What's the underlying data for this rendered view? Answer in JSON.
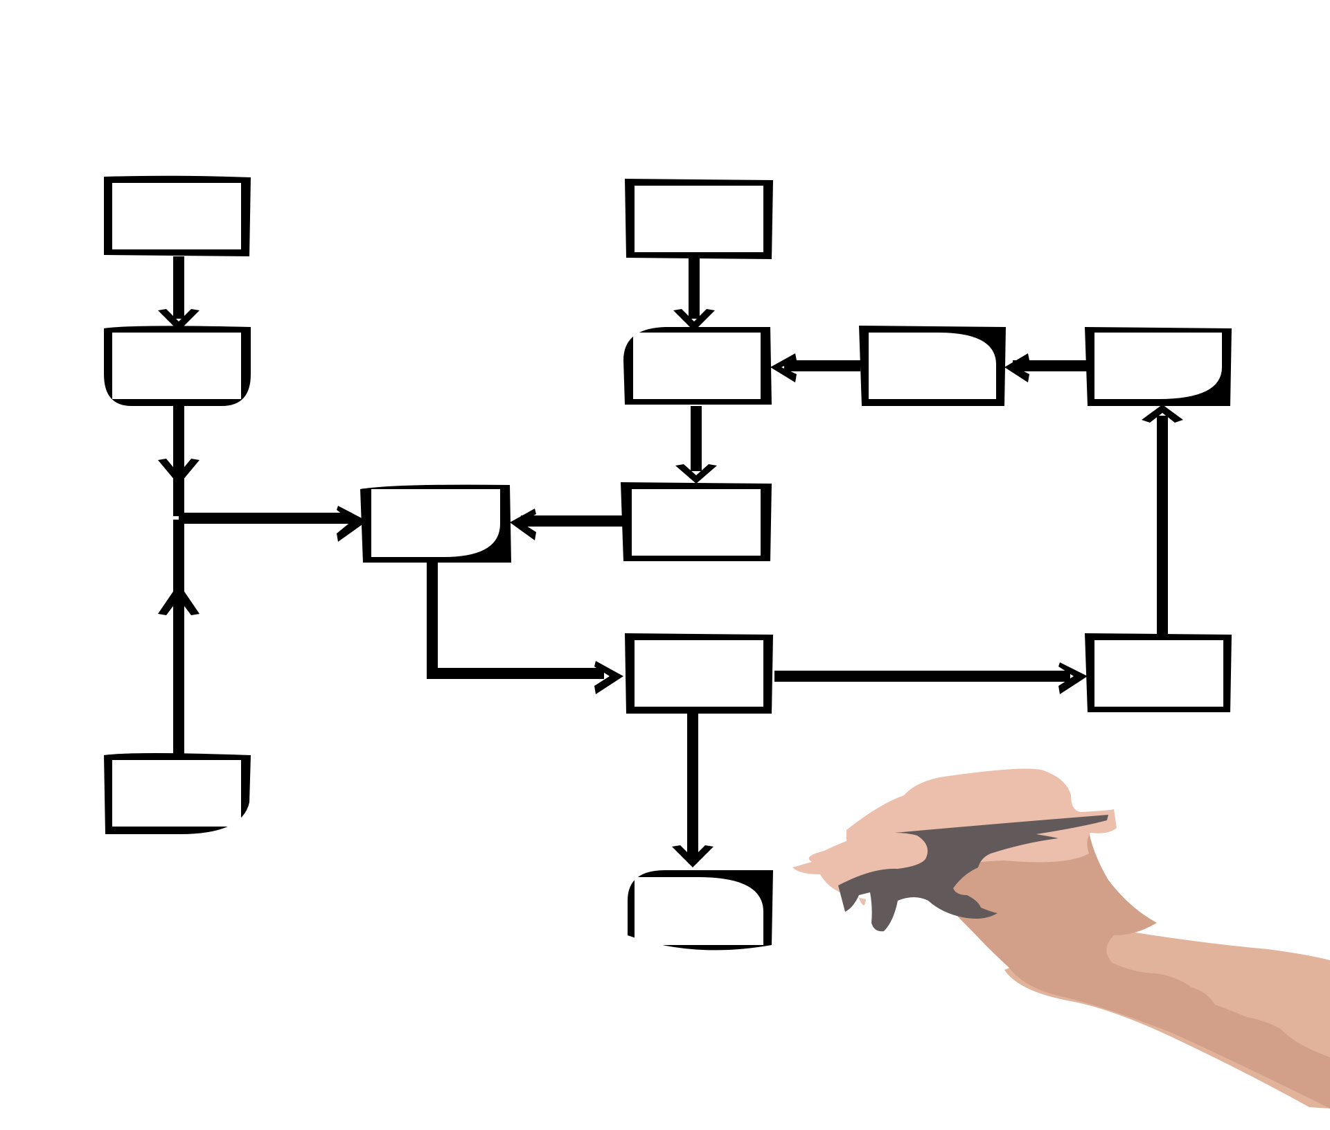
{
  "diagram": {
    "kind": "flowchart-sketch",
    "boxes": [
      {
        "id": "b-top-left",
        "label": ""
      },
      {
        "id": "b-mid-left",
        "label": ""
      },
      {
        "id": "b-bottom-left",
        "label": ""
      },
      {
        "id": "b-center",
        "label": ""
      },
      {
        "id": "b-top-middle",
        "label": ""
      },
      {
        "id": "b-upper-middle",
        "label": ""
      },
      {
        "id": "b-upper-right-mid",
        "label": ""
      },
      {
        "id": "b-upper-far-right",
        "label": ""
      },
      {
        "id": "b-center-right",
        "label": ""
      },
      {
        "id": "b-lower-middle",
        "label": ""
      },
      {
        "id": "b-lower-right",
        "label": ""
      },
      {
        "id": "b-bottom-middle",
        "label": ""
      }
    ],
    "edges": [
      {
        "from": "b-top-left",
        "to": "b-mid-left"
      },
      {
        "from": "b-mid-left",
        "to": "b-center"
      },
      {
        "from": "b-bottom-left",
        "to": "b-center"
      },
      {
        "from": "b-top-middle",
        "to": "b-upper-middle"
      },
      {
        "from": "b-upper-right-mid",
        "to": "b-upper-middle"
      },
      {
        "from": "b-upper-far-right",
        "to": "b-upper-right-mid"
      },
      {
        "from": "b-upper-middle",
        "to": "b-center-right"
      },
      {
        "from": "b-center-right",
        "to": "b-center"
      },
      {
        "from": "b-center",
        "to": "b-lower-middle"
      },
      {
        "from": "b-lower-middle",
        "to": "b-lower-right"
      },
      {
        "from": "b-lower-right",
        "to": "b-upper-far-right"
      },
      {
        "from": "b-lower-middle",
        "to": "b-bottom-middle"
      }
    ]
  },
  "colors": {
    "ink": "#000000",
    "paper": "#ffffff",
    "skin_light": "#ebbfac",
    "skin_mid": "#d2a088",
    "skin_forearm": "#e2b39b",
    "pen": "#625a5a"
  },
  "illustration": {
    "hand_icon": "hand-holding-pen-icon"
  }
}
